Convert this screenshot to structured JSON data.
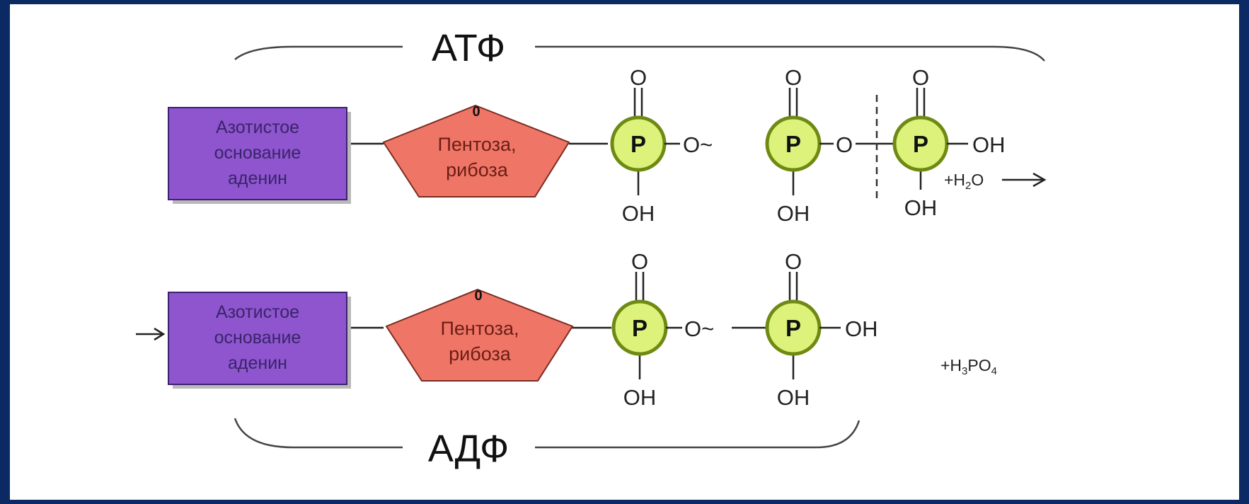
{
  "atp": {
    "title": "АТФ",
    "base_lines": [
      "Азотистое",
      "основание",
      "аденин"
    ],
    "pentose_lines": [
      "Пентоза,",
      "рибоза"
    ],
    "pentose_top_label": "0",
    "phosphate_label": "P",
    "oxygen": "O",
    "hydroxyl": "OH",
    "bridge_tilde": "O~",
    "bridge_plain": "O",
    "water_prefix": "+H",
    "water_sub": "2",
    "water_suffix": "O",
    "arrow": "→"
  },
  "adp": {
    "title": "АДФ",
    "base_lines": [
      "Азотистое",
      "основание",
      "аденин"
    ],
    "pentose_lines": [
      "Пентоза,",
      "рибоза"
    ],
    "pentose_top_label": "0",
    "phosphate_label": "P",
    "oxygen": "O",
    "hydroxyl": "OH",
    "bridge": "O~",
    "incoming_arrow": "→",
    "acid_prefix": "+H",
    "acid_sub1": "3",
    "acid_mid": "PO",
    "acid_sub2": "4"
  },
  "colors": {
    "background": "#0b2a63",
    "base": "#8e55cf",
    "pentose": "#ef7667",
    "phosphate": "#dcf27a"
  }
}
